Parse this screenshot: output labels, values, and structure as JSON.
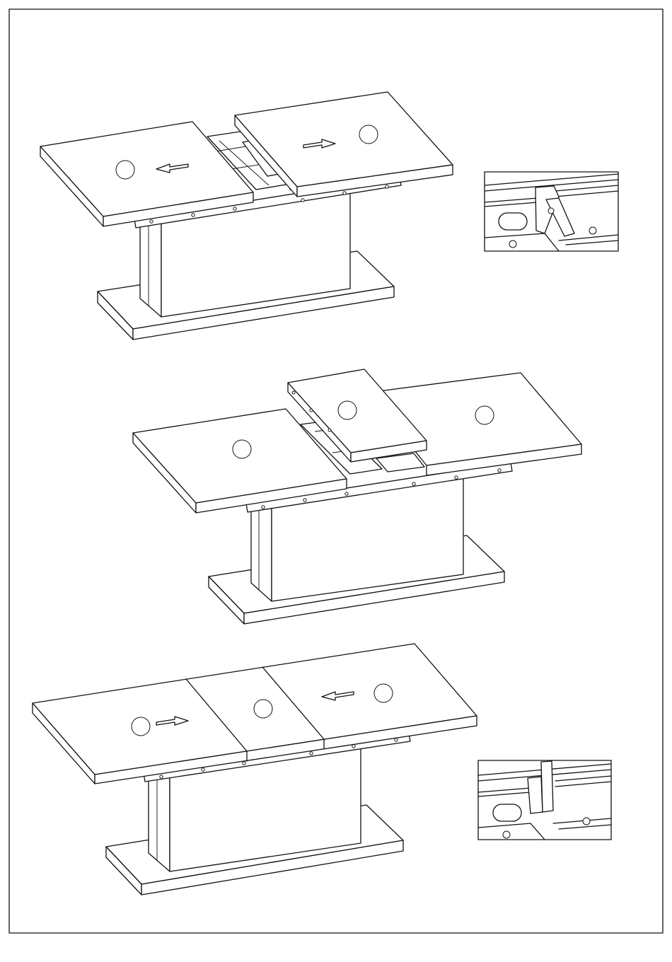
{
  "page": {
    "background": "#ffffff",
    "line_color": "#111111"
  },
  "steps": [
    {
      "id": "step-1",
      "action": "pull-apart",
      "icons": [
        "arrow-left-icon",
        "arrow-right-icon"
      ]
    },
    {
      "id": "step-2",
      "action": "insert-leaf",
      "icons": []
    },
    {
      "id": "step-3",
      "action": "push-together",
      "icons": [
        "arrow-right-icon",
        "arrow-left-icon"
      ]
    }
  ],
  "details": [
    {
      "id": "detail-1",
      "state": "latch-open"
    },
    {
      "id": "detail-2",
      "state": "latch-closed"
    }
  ]
}
